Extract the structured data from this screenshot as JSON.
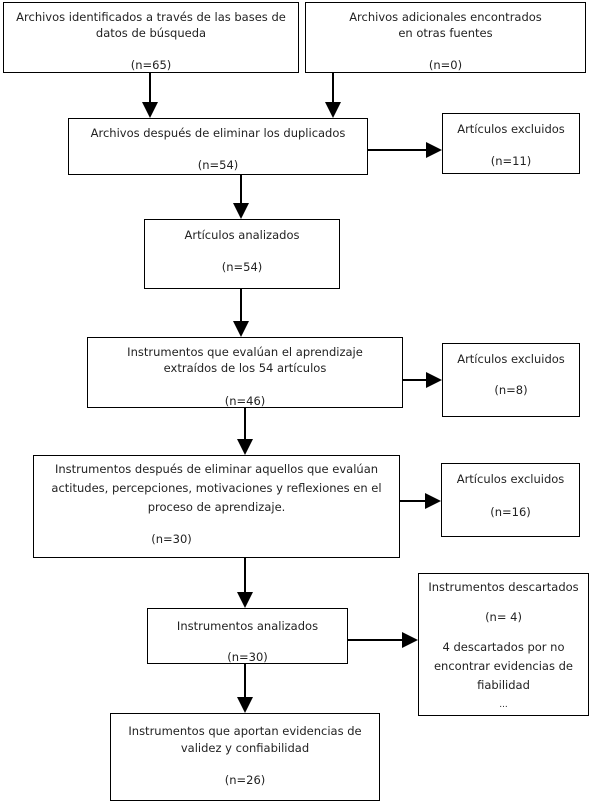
{
  "boxes": {
    "identified": {
      "line1": "Archivos identificados a través de las bases de",
      "line2": "datos de búsqueda",
      "count": "(n=65)"
    },
    "additional": {
      "line1": "Archivos adicionales encontrados",
      "line2": "en otras fuentes",
      "count": "(n=0)"
    },
    "dedup": {
      "line1": "Archivos después de eliminar los duplicados",
      "count": "(n=54)"
    },
    "excluded1": {
      "line1": "Artículos excluidos",
      "count": "(n=11)"
    },
    "analyzed": {
      "line1": "Artículos analizados",
      "count": "(n=54)"
    },
    "instruments": {
      "line1": "Instrumentos que evalúan el aprendizaje",
      "line2": "extraídos de los 54 artículos",
      "count": "(n=46)"
    },
    "excluded2": {
      "line1": "Artículos excluidos",
      "count": "(n=8)"
    },
    "filtered": {
      "line1": "Instrumentos después de eliminar aquellos que evalúan",
      "line2": "actitudes, percepciones, motivaciones y reflexiones en el",
      "line3": "proceso de aprendizaje.",
      "count": "(n=30)"
    },
    "excluded3": {
      "line1": "Artículos excluidos",
      "count": "(n=16)"
    },
    "instr_analyzed": {
      "line1": "Instrumentos analizados",
      "count": "(n=30)"
    },
    "discarded": {
      "line1": "Instrumentos descartados",
      "count": "(n= 4)",
      "line2": "4 descartados por no",
      "line3": "encontrar evidencias de",
      "line4": "fiabilidad",
      "line5": "..."
    },
    "final": {
      "line1": "Instrumentos que aportan evidencias de",
      "line2": "validez y confiabilidad",
      "count": "(n=26)"
    }
  }
}
